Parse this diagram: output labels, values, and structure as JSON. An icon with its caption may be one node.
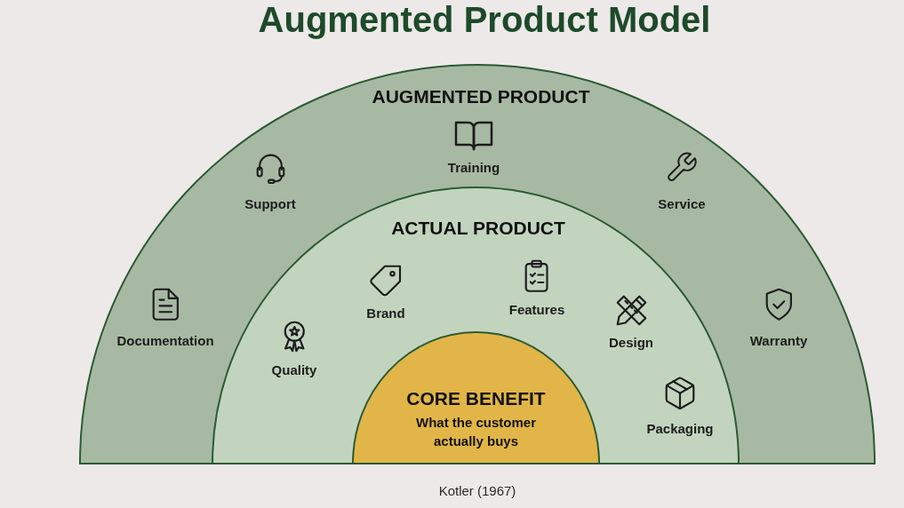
{
  "diagram": {
    "title": "Augmented Product Model",
    "caption": "Kotler (1967)",
    "nodes": [
      {
        "text": [
          "AUGMENTED PRODUCT"
        ]
      },
      {
        "text": [
          "ACTUAL PRODUCT"
        ],
        "in": 0
      },
      {
        "text": [
          "CORE BENEFIT",
          "What the customer actually buys"
        ],
        "in": 1
      }
    ],
    "labels": [
      "Training",
      "Support",
      "Service",
      "Brand",
      "Features",
      "Documentation",
      "Design",
      "Warranty",
      "Quality",
      "Packaging"
    ]
  }
}
